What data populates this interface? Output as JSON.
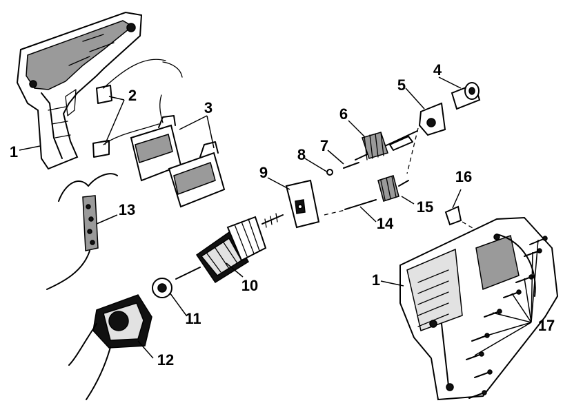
{
  "diagram": {
    "callouts": {
      "c1a": "1",
      "c2": "2",
      "c3": "3",
      "c4": "4",
      "c5": "5",
      "c6": "6",
      "c7": "7",
      "c8": "8",
      "c9": "9",
      "c10": "10",
      "c11": "11",
      "c12": "12",
      "c13": "13",
      "c14": "14",
      "c15": "15",
      "c16": "16",
      "c1b": "1",
      "c17": "17"
    },
    "colors": {
      "ink": "#000000",
      "paper": "#ffffff",
      "shade": "#9a9a9a"
    }
  }
}
